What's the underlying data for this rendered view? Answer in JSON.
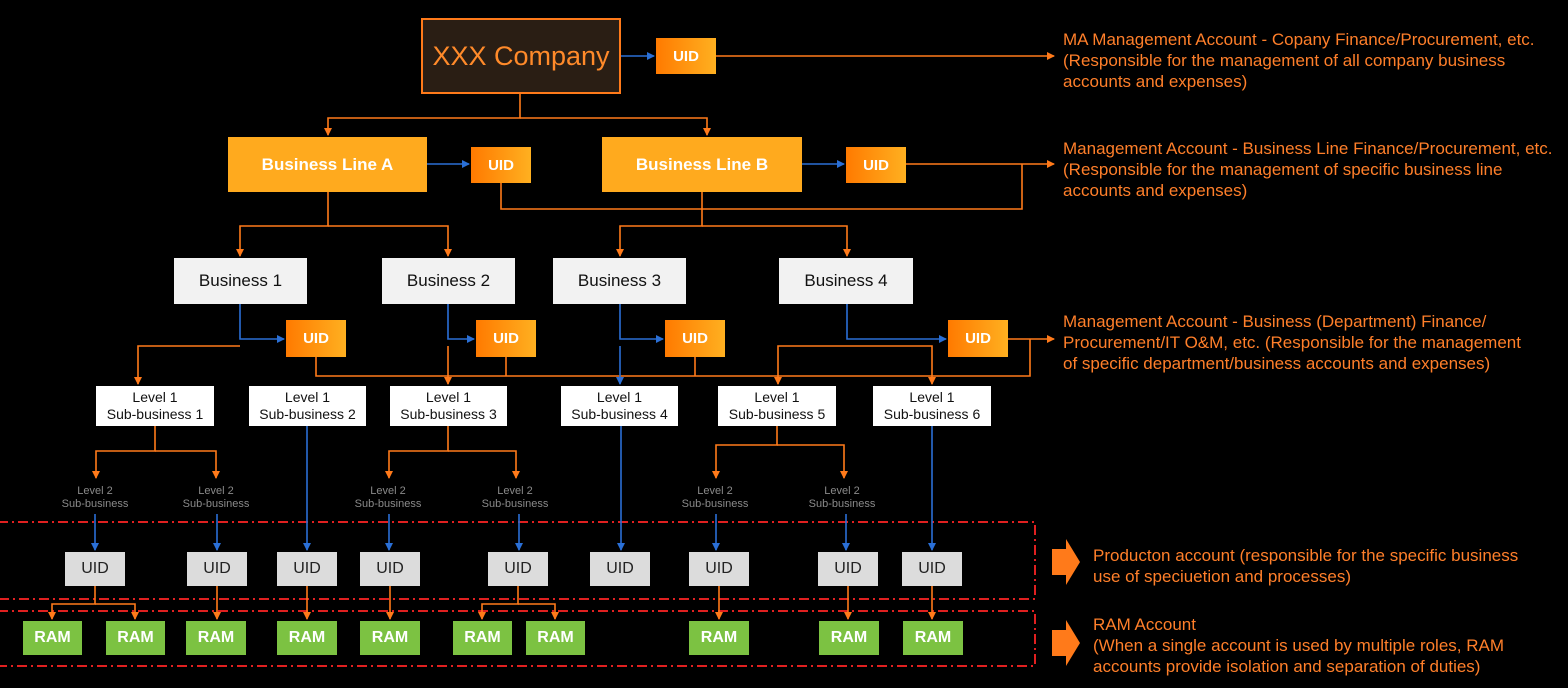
{
  "company": {
    "label": "XXX Company"
  },
  "uid_label": "UID",
  "ram_label": "RAM",
  "business_lines": [
    {
      "label": "Business Line A"
    },
    {
      "label": "Business Line B"
    }
  ],
  "businesses": [
    {
      "label": "Business 1"
    },
    {
      "label": "Business 2"
    },
    {
      "label": "Business 3"
    },
    {
      "label": "Business 4"
    }
  ],
  "level1": [
    {
      "label": "Level 1\nSub-business 1"
    },
    {
      "label": "Level 1\nSub-business 2"
    },
    {
      "label": "Level 1\nSub-business 3"
    },
    {
      "label": "Level 1\nSub-business 4"
    },
    {
      "label": "Level 1\nSub-business 5"
    },
    {
      "label": "Level 1\nSub-business 6"
    }
  ],
  "level2_label": "Level 2\nSub-business",
  "descriptions": {
    "ma": "MA Management Account - Copany Finance/Procurement, etc.\n(Responsible for the management of all company business\naccounts and expenses)",
    "business_line": "Management Account - Business Line Finance/Procurement, etc.\n(Responsible for the management of specific business line\naccounts and expenses)",
    "business": "Management Account - Business (Department) Finance/\nProcurement/IT O&M, etc. (Responsible for the management\nof specific department/business accounts and expenses)",
    "production": "Producton account (responsible for the specific business\nuse of speciuetion and processes)",
    "ram": "RAM Account\n(When a single account is used by multiple roles, RAM\naccounts provide isolation and separation of duties)"
  },
  "colors": {
    "background": "#000000",
    "orange_line": "#ff7a1a",
    "blue_line": "#2a6fd6",
    "dashed_border": "#e02020",
    "ram_green": "#7cc242",
    "uid_gray": "#dcdcdc",
    "business_line_fill": "#ffaa1e"
  }
}
